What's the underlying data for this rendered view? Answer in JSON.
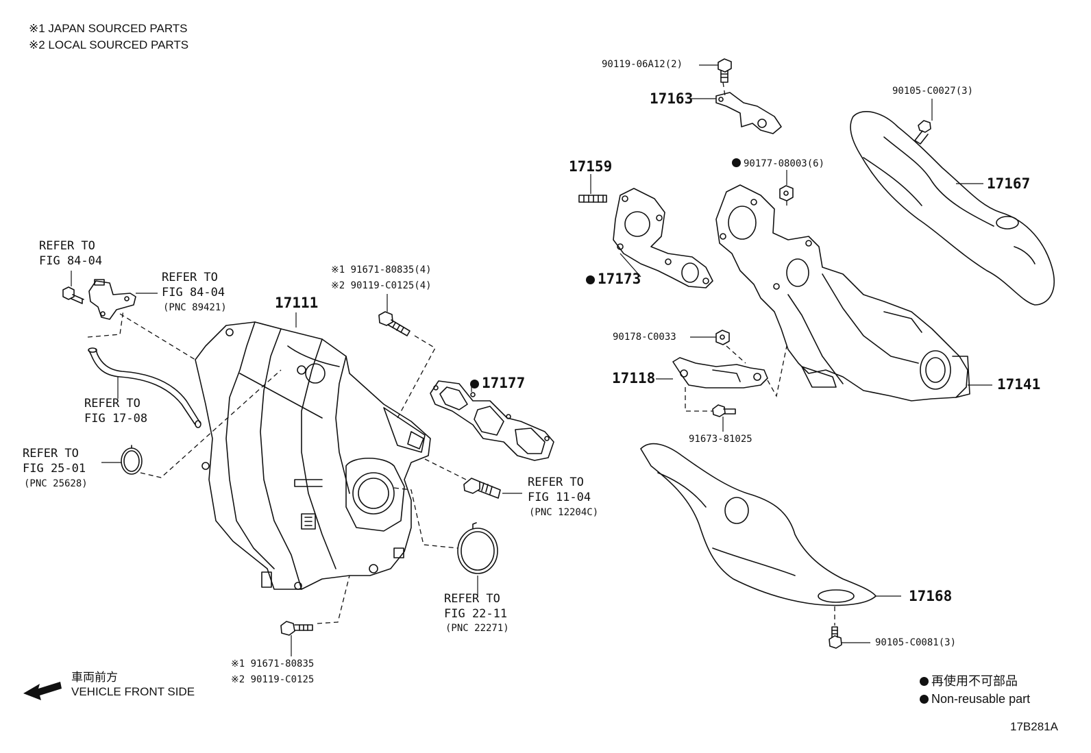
{
  "notes": {
    "japan": "※1 JAPAN SOURCED PARTS",
    "local": "※2 LOCAL SOURCED PARTS"
  },
  "refs": {
    "r1": {
      "line1": "REFER TO",
      "line2": "FIG 84-04"
    },
    "r2": {
      "line1": "REFER TO",
      "line2": "FIG 84-04",
      "pnc": "(PNC 89421)"
    },
    "r3": {
      "line1": "REFER TO",
      "line2": "FIG 17-08"
    },
    "r4": {
      "line1": "REFER TO",
      "line2": "FIG 25-01",
      "pnc": "(PNC 25628)"
    },
    "r5": {
      "line1": "REFER TO",
      "line2": "FIG 11-04",
      "pnc": "(PNC 12204C)"
    },
    "r6": {
      "line1": "REFER TO",
      "line2": "FIG 22-11",
      "pnc": "(PNC 22271)"
    }
  },
  "parts": {
    "p17111": "17111",
    "bolt_top_1": "※1 91671-80835(4)",
    "bolt_top_2": "※2 90119-C0125(4)",
    "p17177": "17177",
    "bolt_bot_1": "※1 91671-80835",
    "bolt_bot_2": "※2 90119-C0125",
    "p9011906A12": "90119-06A12(2)",
    "p17163": "17163",
    "p90105C0027": "90105-C0027(3)",
    "p17159": "17159",
    "p9017708003": "90177-08003(6)",
    "p17167": "17167",
    "p17173": "17173",
    "p90178C0033": "90178-C0033",
    "p17118": "17118",
    "p17141": "17141",
    "p9167381025": "91673-81025",
    "p17168": "17168",
    "p90105C0081": "90105-C0081(3)"
  },
  "direction": {
    "jp": "車両前方",
    "en": "VEHICLE FRONT SIDE"
  },
  "legend": {
    "jp": "再使用不可部品",
    "en": "Non-reusable part"
  },
  "figure_id": "17B281A"
}
